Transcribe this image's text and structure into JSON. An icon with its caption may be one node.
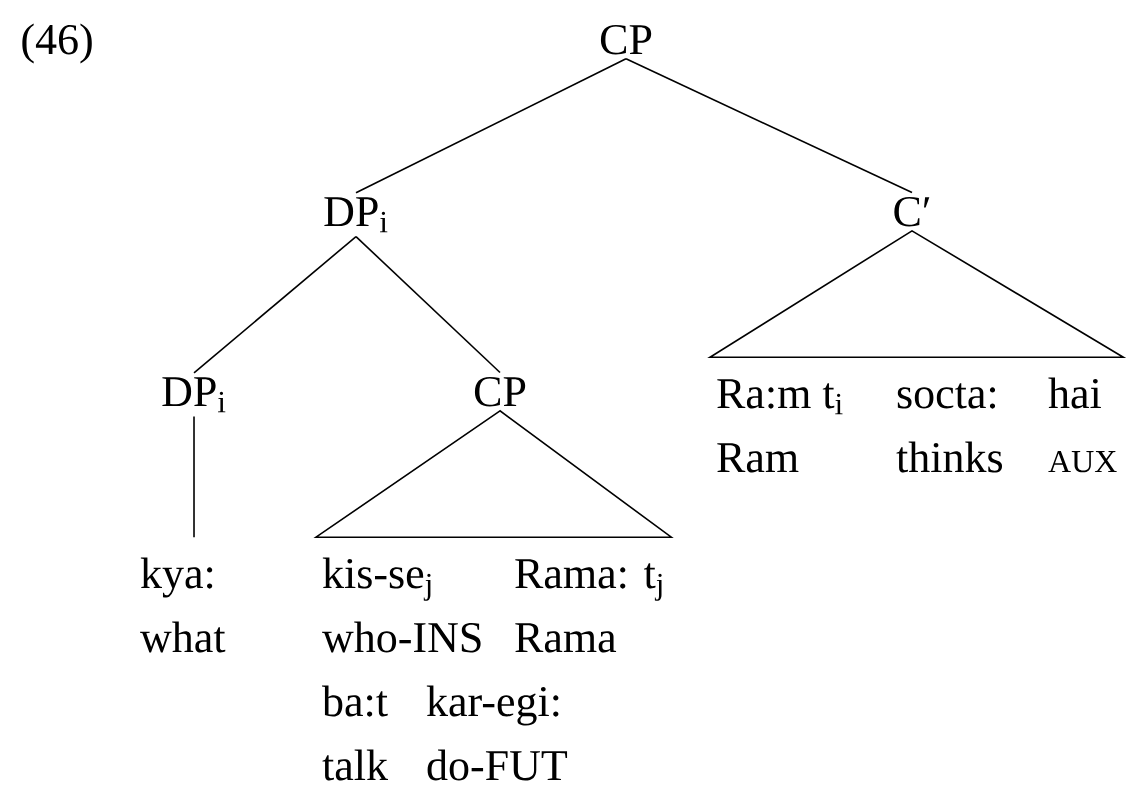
{
  "diagram": {
    "nodes": [
      {
        "text": [
          "CP"
        ]
      },
      {
        "text": [
          "DP$_{i}$"
        ]
      },
      {
        "text": [
          "C′"
        ]
      },
      {
        "text": [
          "DP$_{i}$"
        ]
      },
      {
        "text": [
          "CP"
        ]
      },
      {
        "text": [
          "kya:",
          "what"
        ]
      },
      {
        "text": [
          "kis-se$_{j}$",
          "Rama: t$_{j}$",
          "who-INS",
          "Rama",
          "ba:t",
          "kar-egi:",
          "talk",
          "do-FUT"
        ]
      },
      {
        "text": [
          "Ra:m t$_{i}$",
          "socta:",
          "hai",
          "Ram",
          "thinks",
          "AUX"
        ]
      }
    ],
    "edges": [
      {
        "from": 0,
        "to": 1,
        "arrow": "none"
      },
      {
        "from": 0,
        "to": 2,
        "arrow": "none"
      },
      {
        "from": 1,
        "to": 3,
        "arrow": "none"
      },
      {
        "from": 1,
        "to": 4,
        "arrow": "none"
      },
      {
        "from": 3,
        "to": 5,
        "arrow": "none"
      },
      {
        "from": 4,
        "to": 6,
        "arrow": "none"
      },
      {
        "from": 2,
        "to": 7,
        "arrow": "none"
      }
    ],
    "labels": [
      "(46)"
    ]
  }
}
